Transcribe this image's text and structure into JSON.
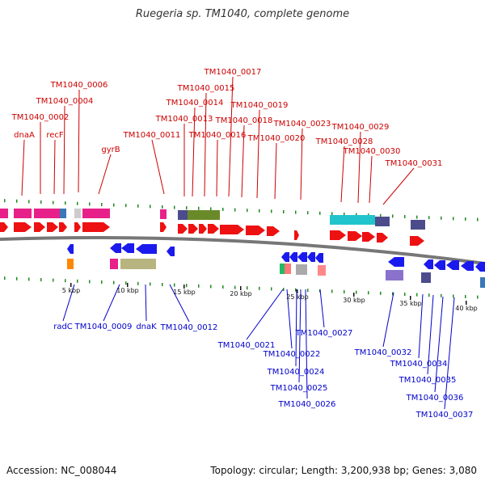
{
  "title": "Ruegeria sp. TM1040, complete genome",
  "footer": {
    "accession": "Accession: NC_008044",
    "summary": "Topology: circular; Length: 3,200,938 bp; Genes: 3,080"
  },
  "colors": {
    "top_label": "#cc0000",
    "bottom_label": "#0000cc",
    "forward_gene": "#ee1111",
    "reverse_gene": "#1a1aee",
    "backbone": "#777777"
  },
  "top_labels": [
    "dnaA",
    "TM1040_0002",
    "recF",
    "TM1040_0004",
    "TM1040_0006",
    "gyrB",
    "TM1040_0011",
    "TM1040_0013",
    "TM1040_0014",
    "TM1040_0015",
    "TM1040_0016",
    "TM1040_0017",
    "TM1040_0018",
    "TM1040_0019",
    "TM1040_0020",
    "TM1040_0023",
    "TM1040_0028",
    "TM1040_0029",
    "TM1040_0030",
    "TM1040_0031"
  ],
  "bottom_labels": [
    "radC",
    "TM1040_0009",
    "dnaK",
    "TM1040_0012",
    "TM1040_0021",
    "TM1040_0022",
    "TM1040_0024",
    "TM1040_0025",
    "TM1040_0026",
    "TM1040_0027",
    "TM1040_0032",
    "TM1040_0034",
    "TM1040_0035",
    "TM1040_0036",
    "TM1040_0037"
  ],
  "scale_ticks": [
    "5 kbp",
    "10 kbp",
    "15 kbp",
    "20 kbp",
    "25 kbp",
    "30 kbp",
    "35 kbp",
    "40 kbp"
  ]
}
